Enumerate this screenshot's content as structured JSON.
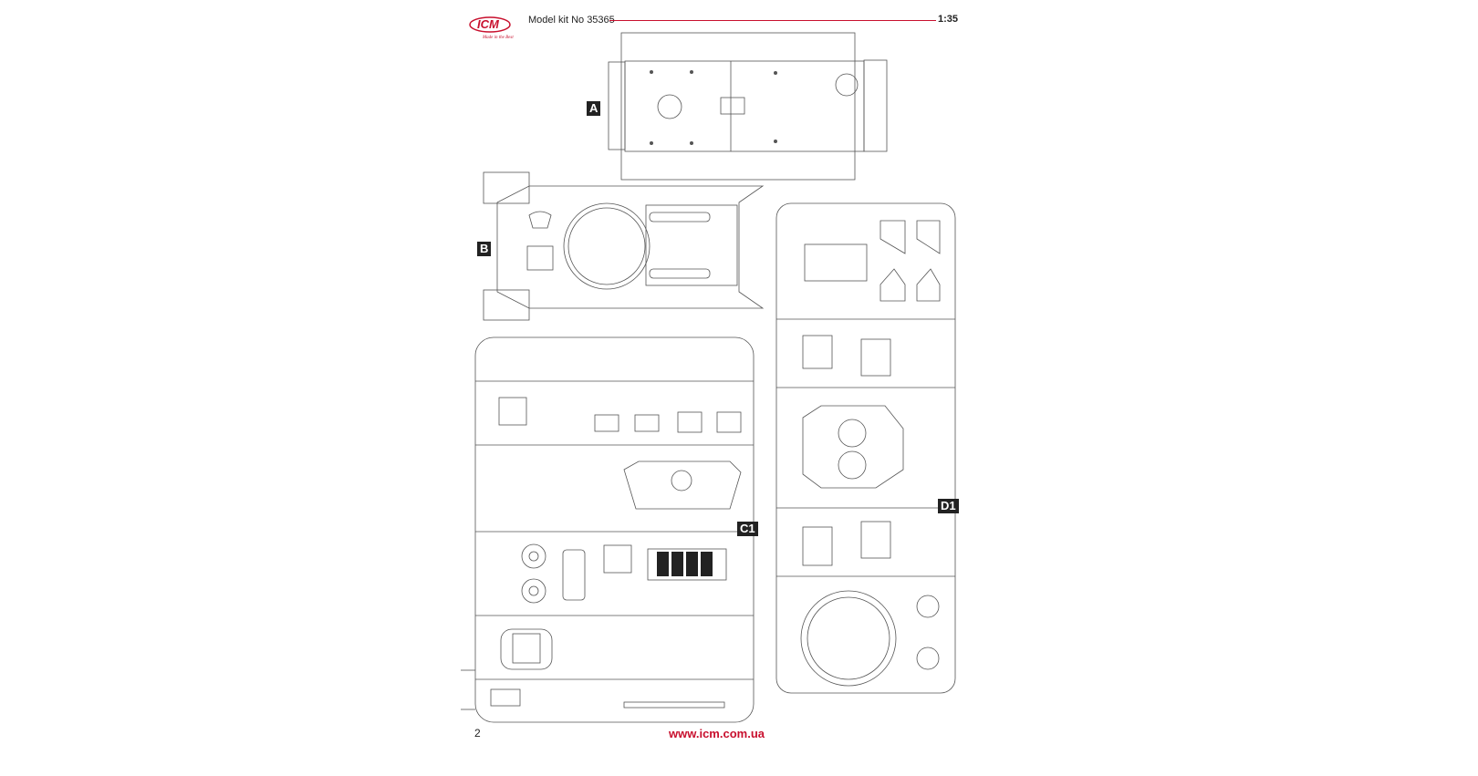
{
  "header": {
    "logo_text": "ICM",
    "logo_tagline": "Made in the Best",
    "kit_number": "Model kit No 35365",
    "scale": "1:35"
  },
  "parts": {
    "a": "A",
    "b": "B",
    "c1": "C1",
    "d1": "D1"
  },
  "footer": {
    "page_number": "2",
    "website": "www.icm.com.ua"
  },
  "colors": {
    "brand": "#c8102e",
    "line": "#555555"
  }
}
